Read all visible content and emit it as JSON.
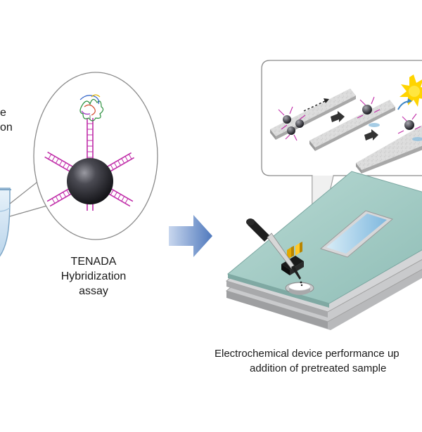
{
  "labels": {
    "left_partial_line1": "e",
    "left_partial_line2": "on",
    "tenada_line1": "TENADA",
    "tenada_line2": "Hybridization",
    "tenada_line3": "assay",
    "electro_line1": "Electrochemical device performance up",
    "electro_line2": "addition of pretreated sample"
  },
  "colors": {
    "arrow_blue": "#4f79bd",
    "device_teal": "#a9cec9",
    "device_gray": "#c9cacc",
    "bead_dark": "#2a2a2e",
    "dna_magenta": "#c02ca8",
    "sun_yellow": "#ffd400",
    "callout_stroke": "#8a8a8a",
    "water_blue": "#cfe3f2"
  }
}
